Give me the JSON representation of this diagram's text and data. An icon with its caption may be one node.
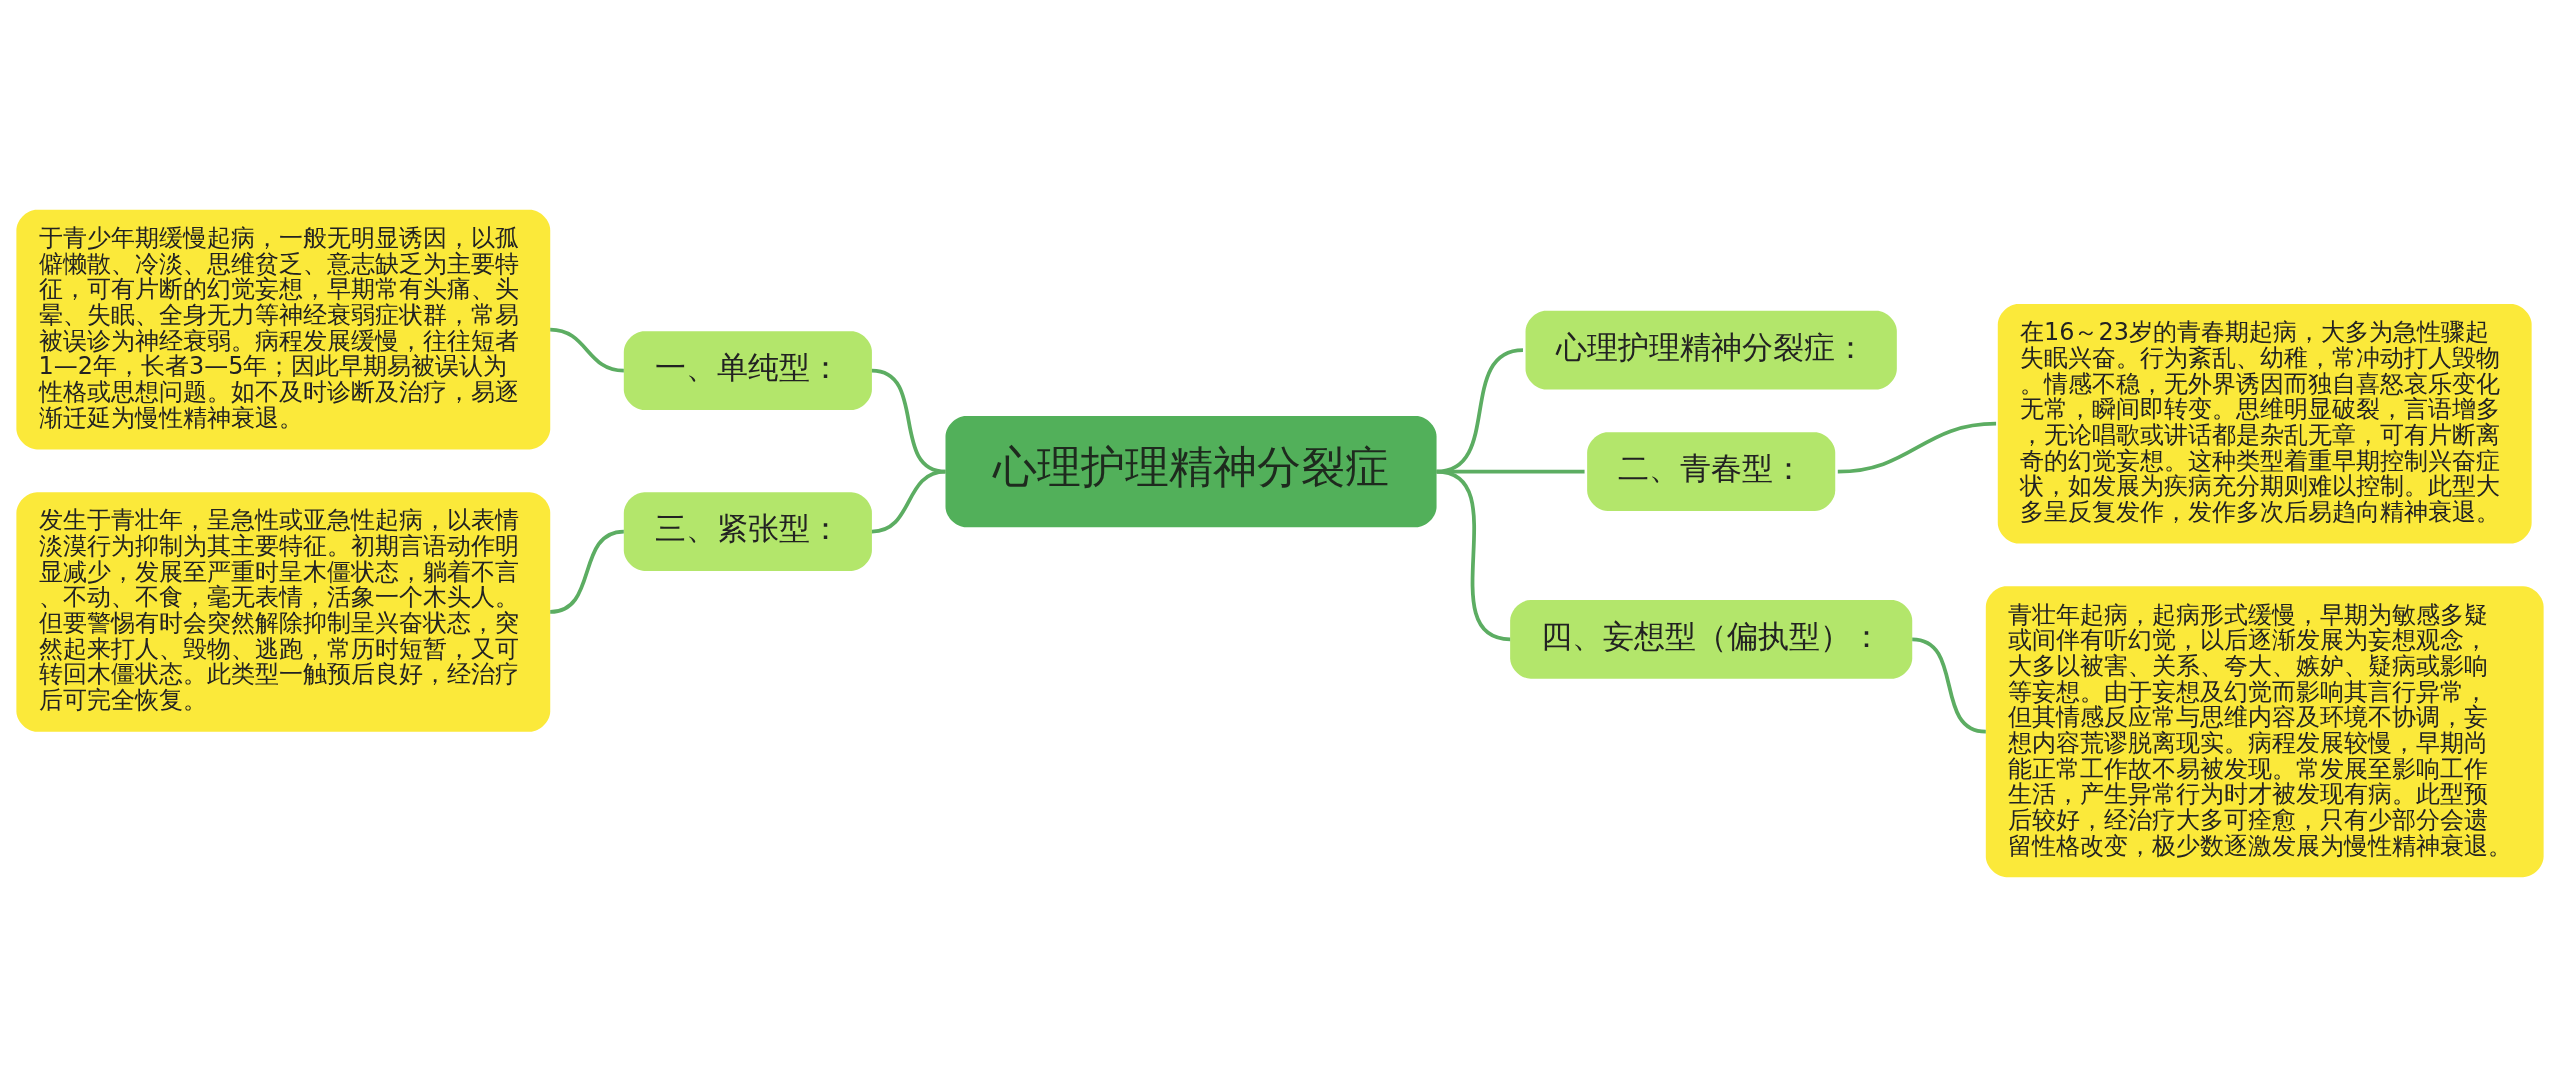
{
  "diagram": {
    "nodes": [
      {
        "text": [
          "心理护理精神分裂症"
        ]
      },
      {
        "text": [
          "一、单纯型："
        ]
      },
      {
        "text": [
          "于青少年期缓慢起病，一般无明显诱因，以孤僻懒散、冷淡、思维贫乏、意志缺乏为主要特征，可有片断的幻觉妄想，早期常有头痛、头晕、失眠、全身无力等神经衰弱症状群，常易被误诊为神经衰弱。病程发展缓慢，往往短者1—2年，长者3—5年；因此早期易被误认为性格或思想问题。如不及时诊断及治疗，易逐渐迁延为慢性精神衰退。"
        ]
      },
      {
        "text": [
          "三、紧张型："
        ]
      },
      {
        "text": [
          "发生于青壮年，呈急性或亚急性起病，以表情淡漠行为抑制为其主要特征。初期言语动作明显减少，发展至严重时呈木僵状态，躺着不言、不动、不食，毫无表情，活象一个木头人。但要警惕有时会突然解除抑制呈兴奋状态，突然起来打人、毁物、逃跑，常历时短暂，又可转回木僵状态。此类型一触预后良好，经治疗后可完全恢复。"
        ]
      },
      {
        "text": [
          "心理护理精神分裂症："
        ]
      },
      {
        "text": [
          "二、青春型："
        ]
      },
      {
        "text": [
          "在16～23岁的青春期起病，大多为急性骤起失眠兴奋。行为紊乱、幼稚，常冲动打人毁物。情感不稳，无外界诱因而独自喜怒哀乐变化无常，瞬间即转变。思维明显破裂，言语增多，无论唱歌或讲话都是杂乱无章，可有片断离奇的幻觉妄想。这种类型着重早期控制兴奋症状，如发展为疾病充分期则难以控制。此型大多呈反复发作，发作多次后易趋向精神衰退。"
        ]
      },
      {
        "text": [
          "四、妄想型（偏执型）："
        ]
      },
      {
        "text": [
          "青壮年起病，起病形式缓慢，早期为敏感多疑或间伴有听幻觉，以后逐渐发展为妄想观念，大多以被害、关系、夸大、嫉妒、疑病或影响等妄想。由于妄想及幻觉而影响其言行异常，但其情感反应常与思维内容及环境不协调，妄想内容荒谬脱离现实。病程发展较慢，早期尚能正常工作故不易被发现。常发展至影响工作生活，产生异常行为时才被发现有病。此型预后较好，经治疗大多可痊愈，只有少部分会遗留性格改变，极少数逐激发展为慢性精神衰退。"
        ]
      }
    ],
    "edges": [
      {
        "from": 0,
        "to": 1,
        "arrow": "none"
      },
      {
        "from": 1,
        "to": 2,
        "arrow": "none"
      },
      {
        "from": 0,
        "to": 3,
        "arrow": "none"
      },
      {
        "from": 3,
        "to": 4,
        "arrow": "none"
      },
      {
        "from": 0,
        "to": 5,
        "arrow": "none"
      },
      {
        "from": 0,
        "to": 6,
        "arrow": "none"
      },
      {
        "from": 6,
        "to": 7,
        "arrow": "none"
      },
      {
        "from": 0,
        "to": 8,
        "arrow": "none"
      },
      {
        "from": 8,
        "to": 9,
        "arrow": "none"
      }
    ]
  }
}
